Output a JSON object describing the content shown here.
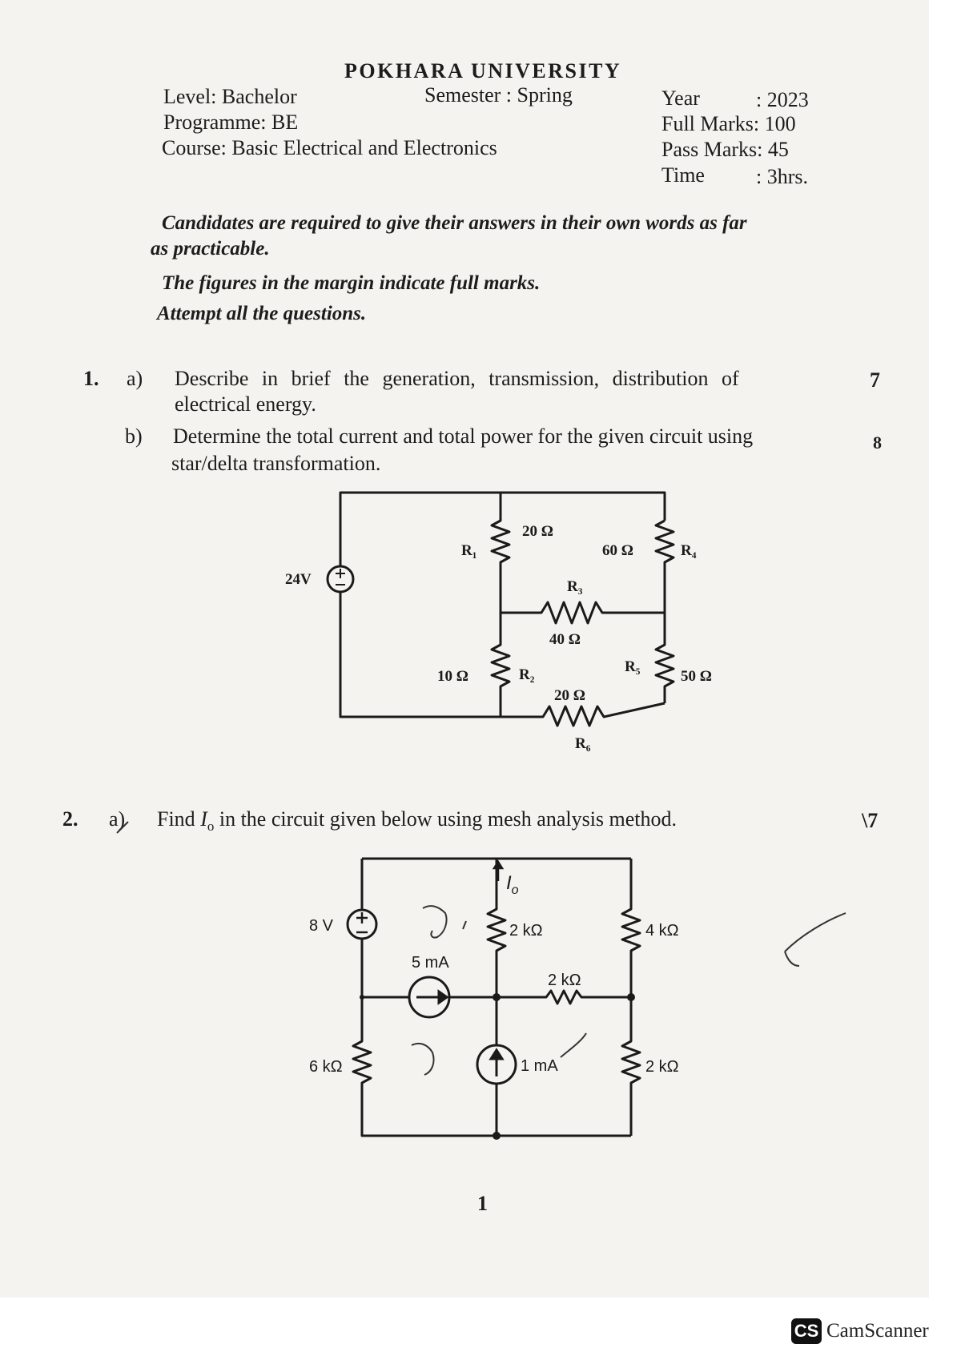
{
  "header": {
    "university": "POKHARA UNIVERSITY",
    "level": "Level: Bachelor",
    "semester": "Semester : Spring",
    "year_label": "Year",
    "year_value": ": 2023",
    "programme": "Programme: BE",
    "full_marks": "Full Marks: 100",
    "course": "Course: Basic Electrical and Electronics",
    "pass_marks": "Pass Marks: 45",
    "time_label": "Time",
    "time_value": ": 3hrs."
  },
  "instructions": {
    "line1": "Candidates are required to give their answers in their own words as far",
    "line2": "as practicable.",
    "line3": "The figures in the margin indicate full marks.",
    "line4": "Attempt all the questions."
  },
  "questions": {
    "q1": {
      "number": "1.",
      "a_label": "a)",
      "a_line1": "Describe in brief the generation, transmission, distribution of",
      "a_line2": "electrical energy.",
      "a_marks": "7",
      "b_label": "b)",
      "b_line1": "Determine the total current and total power for the given circuit using",
      "b_line2": "star/delta transformation.",
      "b_marks": "8"
    },
    "q2": {
      "number": "2.",
      "a_label": "a)",
      "a_pre": "Find ",
      "a_var": "I",
      "a_sub": "o",
      "a_post": " in the circuit given below using mesh analysis method.",
      "a_marks": "\\7"
    }
  },
  "circuit1": {
    "source": "24V",
    "r1": "R₁",
    "r1_value": "20 Ω",
    "r4_value": "60 Ω",
    "r4": "R₄",
    "r3": "R₃",
    "r3_value": "40 Ω",
    "r2_value": "10 Ω",
    "r2": "R₂",
    "r5": "R₅",
    "r5_value": "50 Ω",
    "r6_value": "20 Ω",
    "r6": "R₆"
  },
  "circuit2": {
    "io": "I",
    "io_sub": "o",
    "v_source": "8 V",
    "r_mid_top": "2 kΩ",
    "r_right_top": "4 kΩ",
    "i_source1": "5 mA",
    "r_horizontal": "2 kΩ",
    "r_left_bottom": "6 kΩ",
    "i_source2": "1 mA",
    "r_right_bottom": "2 kΩ"
  },
  "footer": {
    "page_number": "1",
    "scanner_logo": "CS",
    "scanner_name": "CamScanner"
  }
}
